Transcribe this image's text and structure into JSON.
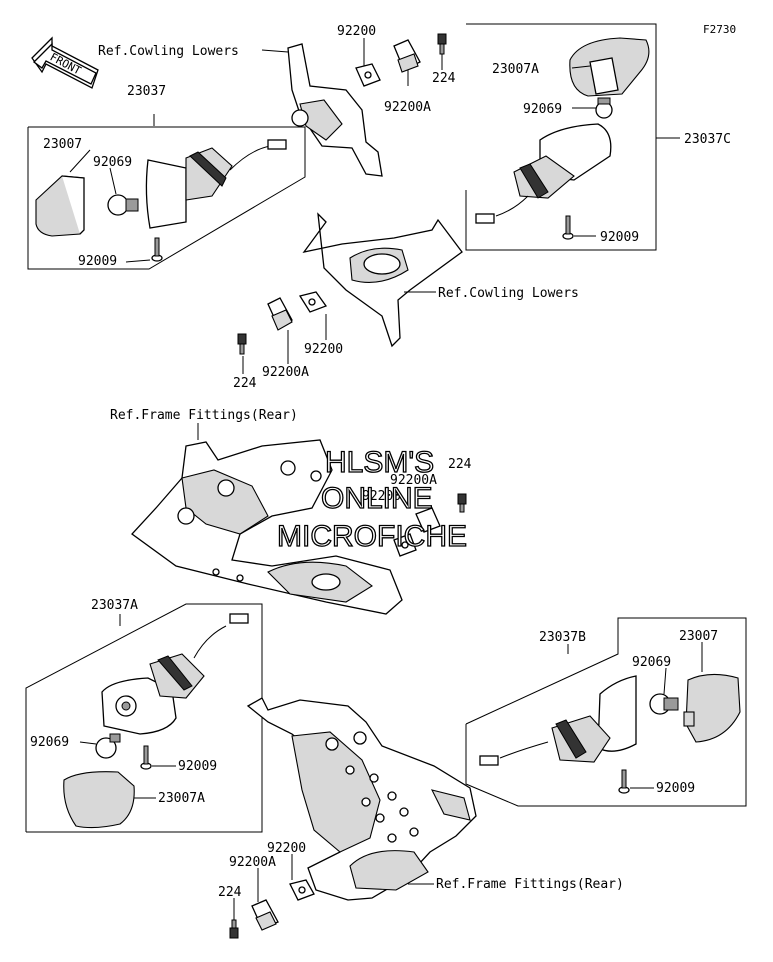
{
  "figure_code": "F2730",
  "front_marker": "FRONT",
  "watermark": [
    "HLSM'S",
    "ONLINE",
    "MICROFICHE"
  ],
  "refs": {
    "cowling_lowers_top": "Ref.Cowling Lowers",
    "cowling_lowers_mid": "Ref.Cowling Lowers",
    "frame_fittings_mid": "Ref.Frame Fittings(Rear)",
    "frame_fittings_bottom": "Ref.Frame Fittings(Rear)"
  },
  "parts": {
    "p23037": "23037",
    "p23007_left": "23007",
    "p92069_left": "92069",
    "p92009_left": "92009",
    "p92200_top": "92200",
    "p92200A_top": "92200A",
    "p224_top": "224",
    "p23007A_right": "23007A",
    "p92069_right": "92069",
    "p23037C": "23037C",
    "p92009_right": "92009",
    "p92200_mid": "92200",
    "p92200A_mid": "92200A",
    "p224_mid": "224",
    "p224_wm": "224",
    "p92200A_wm": "92200A",
    "p92200_wm": "92200",
    "p23037A": "23037A",
    "p92069_ll": "92069",
    "p92009_ll": "92009",
    "p23007A_ll": "23007A",
    "p23037B": "23037B",
    "p23007_lr": "23007",
    "p92069_lr": "92069",
    "p92009_lr": "92009",
    "p92200_bot": "92200",
    "p92200A_bot": "92200A",
    "p224_bot": "224"
  }
}
